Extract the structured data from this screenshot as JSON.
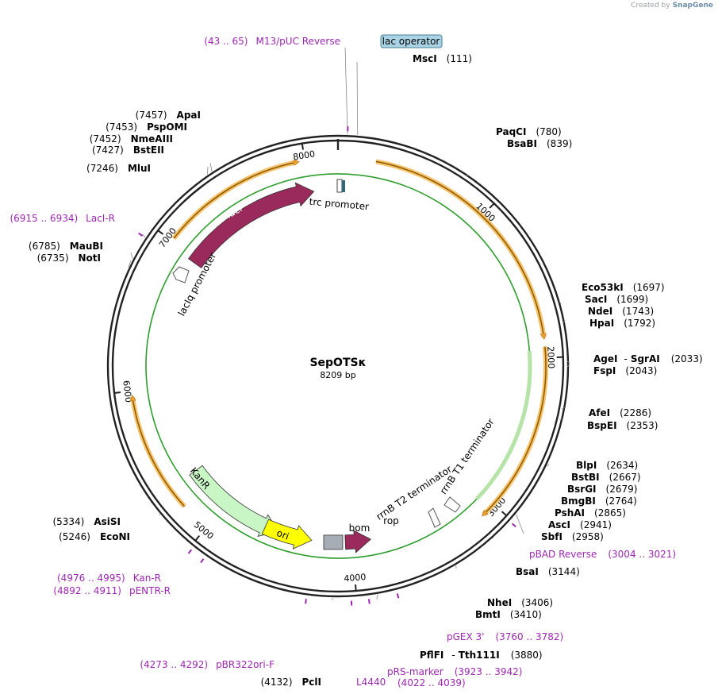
{
  "credit": {
    "prefix": "Created by",
    "brand": "SnapGene"
  },
  "plasmid": {
    "name": "SepOTSκ",
    "size_label": "8209 bp",
    "length": 8209
  },
  "ticks": [
    {
      "pos": 1000,
      "label": "1000"
    },
    {
      "pos": 2000,
      "label": "2000"
    },
    {
      "pos": 3000,
      "label": "3000"
    },
    {
      "pos": 4000,
      "label": "4000"
    },
    {
      "pos": 5000,
      "label": "5000"
    },
    {
      "pos": 6000,
      "label": "6000"
    },
    {
      "pos": 7000,
      "label": "7000"
    },
    {
      "pos": 8000,
      "label": "8000"
    }
  ],
  "features": [
    {
      "name": "lacI",
      "start": 6970,
      "end": 8030,
      "type": "cds",
      "color": "#9b2a5c",
      "label": "lacI"
    },
    {
      "name": "kanr",
      "start": 4560,
      "end": 5330,
      "type": "cds",
      "color": "#c8f7c5",
      "label": "KanR"
    },
    {
      "name": "ori",
      "start": 4300,
      "end": 4660,
      "type": "origin",
      "color": "#ffff00",
      "label": "ori"
    },
    {
      "name": "rop",
      "start": 3860,
      "end": 4050,
      "type": "cds-rev",
      "color": "#9b2a5c",
      "label": "rop"
    },
    {
      "name": "bom",
      "start": 4080,
      "end": 4200,
      "type": "box",
      "color": "#a7adb5",
      "label": "bom"
    },
    {
      "name": "green-orf",
      "start": 1950,
      "end": 3050,
      "type": "orf",
      "color": "#2e9d2e",
      "label": ""
    }
  ],
  "outer_orfs": [
    {
      "name": "orf-top",
      "start": 240,
      "end": 1870
    },
    {
      "name": "orf-right",
      "start": 1930,
      "end": 3090
    },
    {
      "name": "orf-left",
      "start": 5190,
      "end": 5960
    },
    {
      "name": "orf-upper-left",
      "start": 7020,
      "end": 7950
    }
  ],
  "text_features": [
    {
      "name": "trc-promoter-label",
      "text": "trc promoter"
    },
    {
      "name": "laciq-promoter-label",
      "text": "lacIq promoter"
    },
    {
      "name": "rrnb-t2-label",
      "text": "rrnB T2 terminator"
    },
    {
      "name": "rrnb-t1-label",
      "text": "rrnB T1 terminator"
    }
  ],
  "lac_operator": {
    "label": "lac operator"
  },
  "sites": [
    {
      "name": "msci",
      "enzyme": "MscI",
      "pos": "(111)"
    },
    {
      "name": "paqci",
      "enzyme": "PaqCI",
      "pos": "(780)"
    },
    {
      "name": "bsabi",
      "enzyme": "BsaBI",
      "pos": "(839)"
    },
    {
      "name": "eco53ki",
      "enzyme": "Eco53kI",
      "pos": "(1697)"
    },
    {
      "name": "saci",
      "enzyme": "SacI",
      "pos": "(1699)"
    },
    {
      "name": "ndei",
      "enzyme": "NdeI",
      "pos": "(1743)"
    },
    {
      "name": "hpai",
      "enzyme": "HpaI",
      "pos": "(1792)"
    },
    {
      "name": "agei-sgrai",
      "enzyme": "AgeI",
      "enzyme2": "SgrAI",
      "pos": "(2033)"
    },
    {
      "name": "fspi",
      "enzyme": "FspI",
      "pos": "(2043)"
    },
    {
      "name": "afei",
      "enzyme": "AfeI",
      "pos": "(2286)"
    },
    {
      "name": "bspei",
      "enzyme": "BspEI",
      "pos": "(2353)"
    },
    {
      "name": "blpi",
      "enzyme": "BlpI",
      "pos": "(2634)"
    },
    {
      "name": "bstbi",
      "enzyme": "BstBI",
      "pos": "(2667)"
    },
    {
      "name": "bsrgi",
      "enzyme": "BsrGI",
      "pos": "(2679)"
    },
    {
      "name": "bmgbi",
      "enzyme": "BmgBI",
      "pos": "(2764)"
    },
    {
      "name": "pshai",
      "enzyme": "PshAI",
      "pos": "(2865)"
    },
    {
      "name": "asci",
      "enzyme": "AscI",
      "pos": "(2941)"
    },
    {
      "name": "sbfi",
      "enzyme": "SbfI",
      "pos": "(2958)"
    },
    {
      "name": "bsai",
      "enzyme": "BsaI",
      "pos": "(3144)"
    },
    {
      "name": "nhei",
      "enzyme": "NheI",
      "pos": "(3406)"
    },
    {
      "name": "bmti",
      "enzyme": "BmtI",
      "pos": "(3410)"
    },
    {
      "name": "pflfi-tth111i",
      "enzyme": "PflFI",
      "enzyme2": "Tth111I",
      "pos": "(3880)"
    },
    {
      "name": "pcli",
      "enzyme": "PclI",
      "pos": "(4132)"
    },
    {
      "name": "econi",
      "enzyme": "EcoNI",
      "pos": "(5246)"
    },
    {
      "name": "asisi",
      "enzyme": "AsiSI",
      "pos": "(5334)"
    },
    {
      "name": "noti",
      "enzyme": "NotI",
      "pos": "(6735)"
    },
    {
      "name": "maubi",
      "enzyme": "MauBI",
      "pos": "(6785)"
    },
    {
      "name": "mlui",
      "enzyme": "MluI",
      "pos": "(7246)"
    },
    {
      "name": "bsteii",
      "enzyme": "BstEII",
      "pos": "(7427)"
    },
    {
      "name": "nmeaiii",
      "enzyme": "NmeAIII",
      "pos": "(7452)"
    },
    {
      "name": "pspomi",
      "enzyme": "PspOMI",
      "pos": "(7453)"
    },
    {
      "name": "apai",
      "enzyme": "ApaI",
      "pos": "(7457)"
    }
  ],
  "primers": [
    {
      "name": "m13-puc-reverse",
      "label": "M13/pUC Reverse",
      "range": "(43 .. 65)",
      "pos": 54
    },
    {
      "name": "paqci-primer",
      "label": "LacI-R",
      "range": "(6915 .. 6934)",
      "pos": 6924
    },
    {
      "name": "pbad-reverse",
      "label": "pBAD Reverse",
      "range": "(3004 .. 3021)",
      "pos": 3012
    },
    {
      "name": "pgex-3",
      "label": "pGEX 3'",
      "range": "(3760 .. 3782)",
      "pos": 3771
    },
    {
      "name": "prs-marker",
      "label": "pRS-marker",
      "range": "(3923 .. 3942)",
      "pos": 3932
    },
    {
      "name": "l4440",
      "label": "L4440",
      "range": "(4022 .. 4039)",
      "pos": 4030
    },
    {
      "name": "pbr322ori-f",
      "label": "pBR322ori-F",
      "range": "(4273 .. 4292)",
      "pos": 4282
    },
    {
      "name": "kan-r",
      "label": "Kan-R",
      "range": "(4976 .. 4995)",
      "pos": 4985
    },
    {
      "name": "pentr-r",
      "label": "pENTR-R",
      "range": "(4892 .. 4911)",
      "pos": 4901
    }
  ],
  "colors": {
    "primer": "#9c27b0",
    "enzyme": "#000000",
    "orf_fill": "#f6c169",
    "orf_stroke": "#8a5a00",
    "backbone": "#222222",
    "lac_operator_fill": "#a9d4e5"
  }
}
